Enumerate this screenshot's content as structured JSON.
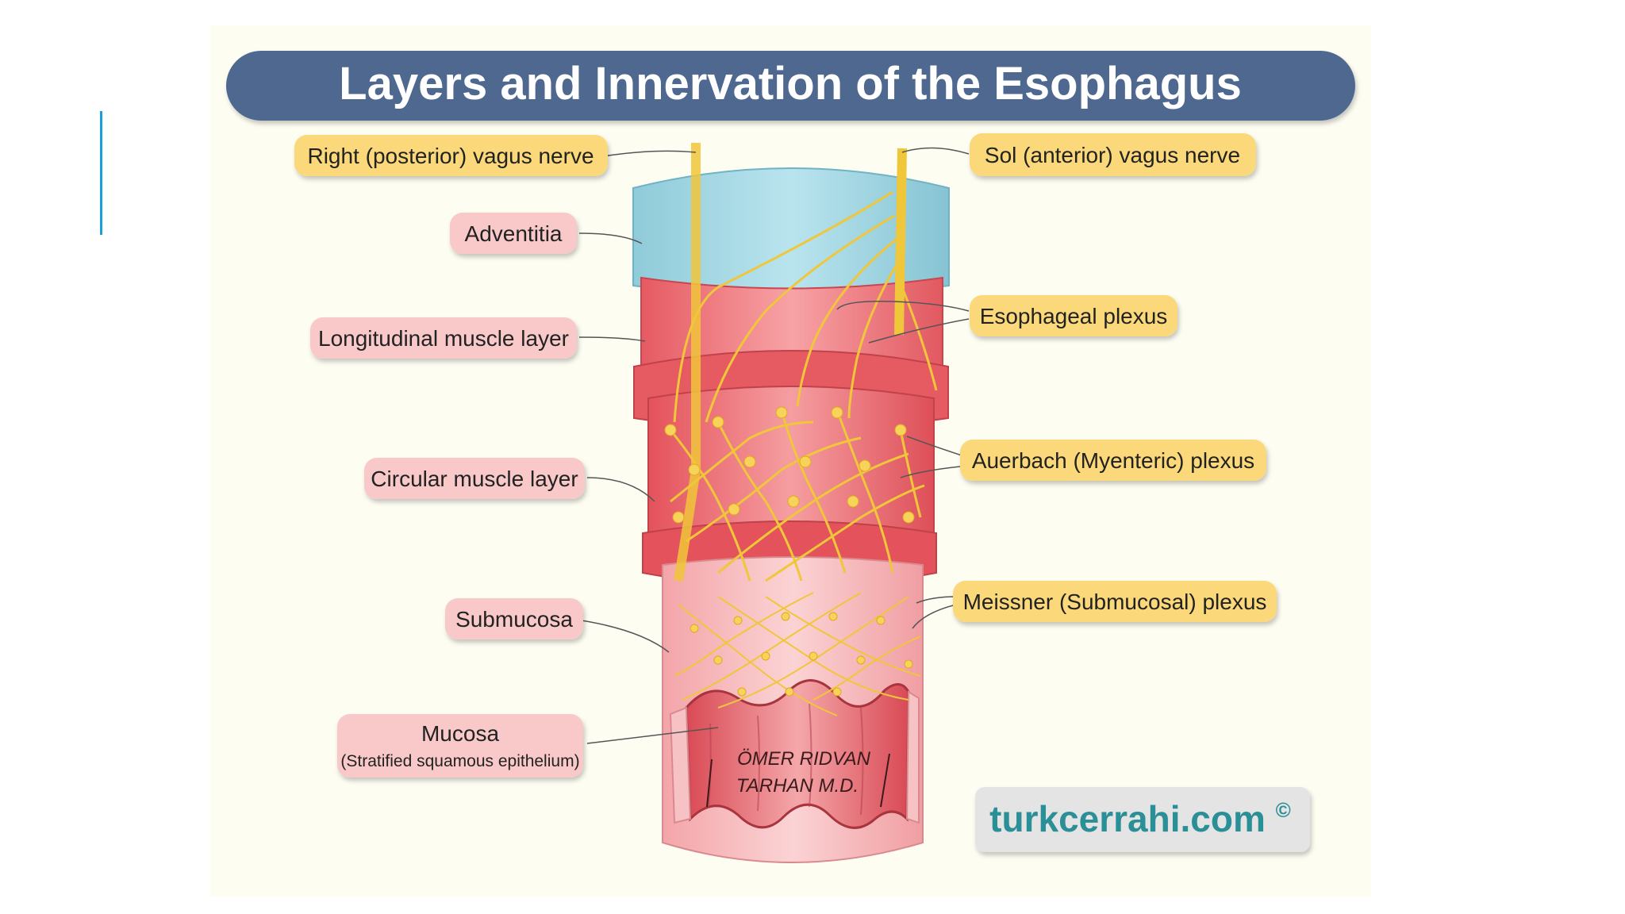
{
  "title": "Layers and Innervation of the Esophagus",
  "labels": {
    "right_vagus": "Right (posterior) vagus nerve",
    "left_vagus": "Sol (anterior) vagus nerve",
    "adventitia": "Adventitia",
    "longitudinal": "Longitudinal muscle layer",
    "esophageal_plexus": "Esophageal plexus",
    "auerbach": "Auerbach (Myenteric) plexus",
    "circular": "Circular muscle layer",
    "meissner": "Meissner (Submucosal) plexus",
    "submucosa": "Submucosa",
    "mucosa": "Mucosa",
    "mucosa_sub": "(Stratified squamous epithelium)"
  },
  "signature": {
    "line1": "ÖMER RIDVAN",
    "line2": "TARHAN M.D."
  },
  "watermark": "turkcerrahi.com",
  "watermark_mark": "©",
  "colors": {
    "title_bar": "#4f6790",
    "yellow_label": "#fbd97a",
    "pink_label": "#f9c9c9",
    "adventitia": "#a9dbe6",
    "muscle": "#ee6f73",
    "submucosa": "#f6b6b8",
    "nerve": "#f0c63a",
    "watermark_text": "#2a8f96"
  }
}
